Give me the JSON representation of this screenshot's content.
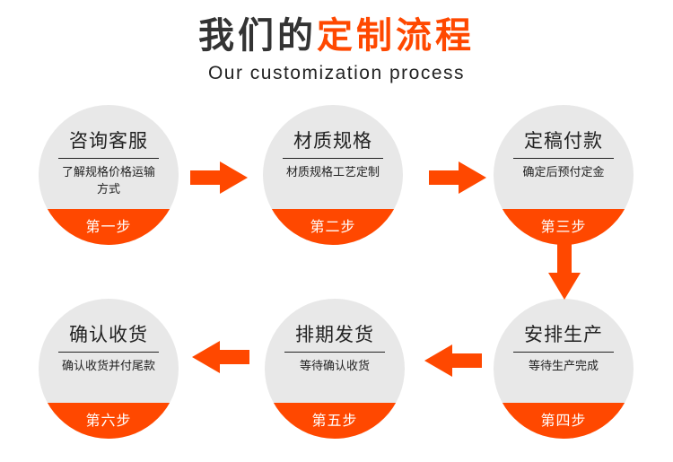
{
  "header": {
    "title_dark": "我们的",
    "title_accent": "定制流程",
    "subtitle": "Our customization process"
  },
  "colors": {
    "accent": "#ff4800",
    "circle": "#e8e8e8",
    "text": "#222222"
  },
  "steps": [
    {
      "name": "咨询客服",
      "desc": "了解规格价格运输方式",
      "label": "第一步"
    },
    {
      "name": "材质规格",
      "desc": "材质规格工艺定制",
      "label": "第二步"
    },
    {
      "name": "定稿付款",
      "desc": "确定后预付定金",
      "label": "第三步"
    },
    {
      "name": "安排生产",
      "desc": "等待生产完成",
      "label": "第四步"
    },
    {
      "name": "排期发货",
      "desc": "等待确认收货",
      "label": "第五步"
    },
    {
      "name": "确认收货",
      "desc": "确认收货并付尾款",
      "label": "第六步"
    }
  ],
  "arrows": [
    {
      "direction": "right",
      "from": 1,
      "to": 2
    },
    {
      "direction": "right",
      "from": 2,
      "to": 3
    },
    {
      "direction": "down",
      "from": 3,
      "to": 4
    },
    {
      "direction": "left",
      "from": 4,
      "to": 5
    },
    {
      "direction": "left",
      "from": 5,
      "to": 6
    }
  ]
}
